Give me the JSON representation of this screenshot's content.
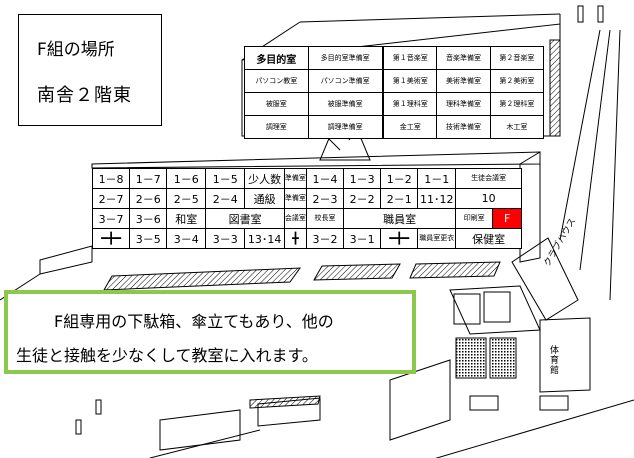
{
  "title": {
    "line1": "F組の場所",
    "line2": "南舎２階東"
  },
  "notice": {
    "line1": "F組専用の下駄箱、傘立てもあり、他の",
    "line2": "生徒と接触を少なくして教室に入れます。"
  },
  "top_block": {
    "rows": [
      [
        "多目的室",
        "多目的室準備室",
        "",
        "第１音楽室",
        "音楽準備室",
        "第２音楽室"
      ],
      [
        "パソコン教室",
        "パソコン準備室",
        "",
        "第１美術室",
        "美術準備室",
        "第２美術室"
      ],
      [
        "被服室",
        "被服準備室",
        "",
        "第１理科室",
        "理科準備室",
        "第２理科室"
      ],
      [
        "調理室",
        "調理準備室",
        "",
        "金工室",
        "技術準備室",
        "木工室"
      ]
    ]
  },
  "main_block": {
    "row1": [
      "1－8",
      "1－7",
      "1－6",
      "1－5",
      "少人数",
      "準備室",
      "1－4",
      "1－3",
      "1－2",
      "1－1",
      "生徒会議室"
    ],
    "row2": [
      "2－7",
      "2－6",
      "2－5",
      "2－4",
      "通級",
      "準備室",
      "2－3",
      "2－2",
      "2－1",
      "11･12",
      "10"
    ],
    "row3": [
      "3－7",
      "3－6",
      "和室",
      "図書室",
      "会議室",
      "校長室",
      "職員室",
      "印刷室",
      "F"
    ],
    "row4": [
      "3－5",
      "3－4",
      "3－3",
      "13･14",
      "3－2",
      "3－1",
      "職員室更衣",
      "保健室"
    ]
  },
  "labels": {
    "club_house": "クラブハウス",
    "gym": "体育館"
  },
  "colors": {
    "f_room": "#ff0000",
    "notice_border": "#8cc84b"
  }
}
